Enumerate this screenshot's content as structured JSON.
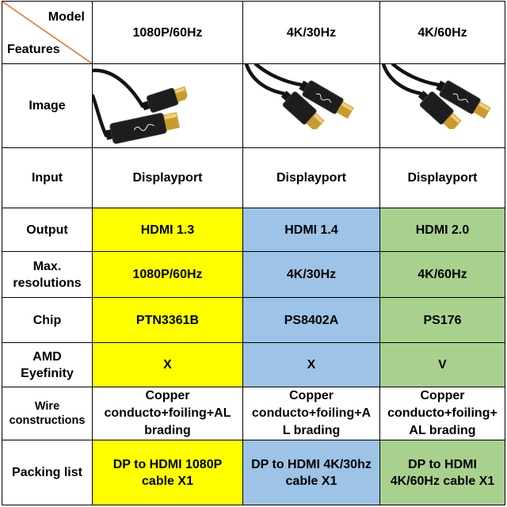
{
  "header": {
    "model_label": "Model",
    "features_label": "Features",
    "columns": [
      "1080P/60Hz",
      "4K/30Hz",
      "4K/60Hz"
    ]
  },
  "image_row": {
    "label": "Image",
    "cells": [
      {
        "icon": "dp-to-hdmi-cable-photo",
        "plugs": [
          "displayport-plug-icon",
          "hdmi-plug-icon"
        ]
      },
      {
        "icon": "dp-to-hdmi-cable-photo",
        "plugs": [
          "displayport-plug-icon",
          "hdmi-plug-icon"
        ]
      },
      {
        "icon": "dp-to-hdmi-cable-photo",
        "plugs": [
          "displayport-plug-icon",
          "hdmi-plug-icon"
        ]
      }
    ]
  },
  "rows": [
    {
      "label": [
        "Input"
      ],
      "cells": [
        {
          "lines": [
            "Displayport"
          ],
          "bg": "#FFFFFF"
        },
        {
          "lines": [
            "Displayport"
          ],
          "bg": "#FFFFFF"
        },
        {
          "lines": [
            "Displayport"
          ],
          "bg": "#FFFFFF"
        }
      ]
    },
    {
      "label": [
        "Output"
      ],
      "cells": [
        {
          "lines": [
            "HDMI 1.3"
          ],
          "bg": "#FFFF00"
        },
        {
          "lines": [
            "HDMI 1.4"
          ],
          "bg": "#9DC3E6"
        },
        {
          "lines": [
            "HDMI 2.0"
          ],
          "bg": "#A9D18E"
        }
      ]
    },
    {
      "label": [
        "Max.",
        "resolutions"
      ],
      "cells": [
        {
          "lines": [
            "1080P/60Hz"
          ],
          "bg": "#FFFF00"
        },
        {
          "lines": [
            "4K/30Hz"
          ],
          "bg": "#9DC3E6"
        },
        {
          "lines": [
            "4K/60Hz"
          ],
          "bg": "#A9D18E"
        }
      ]
    },
    {
      "label": [
        "Chip"
      ],
      "cells": [
        {
          "lines": [
            "PTN3361B"
          ],
          "bg": "#FFFF00"
        },
        {
          "lines": [
            "PS8402A"
          ],
          "bg": "#9DC3E6"
        },
        {
          "lines": [
            "PS176"
          ],
          "bg": "#A9D18E"
        }
      ]
    },
    {
      "label": [
        "AMD",
        "Eyefinity"
      ],
      "cells": [
        {
          "lines": [
            "X"
          ],
          "bg": "#FFFF00"
        },
        {
          "lines": [
            "X"
          ],
          "bg": "#9DC3E6"
        },
        {
          "lines": [
            "V"
          ],
          "bg": "#A9D18E"
        }
      ]
    },
    {
      "label": [
        "Wire",
        "constructions"
      ],
      "cells": [
        {
          "lines": [
            "Copper",
            "conducto+foiling+AL",
            "brading"
          ],
          "bg": "#FFFFFF"
        },
        {
          "lines": [
            "Copper",
            "conducto+foiling+A",
            "L brading"
          ],
          "bg": "#FFFFFF"
        },
        {
          "lines": [
            "Copper",
            "conducto+foiling+",
            "AL brading"
          ],
          "bg": "#FFFFFF"
        }
      ]
    },
    {
      "label": [
        "Packing list"
      ],
      "cells": [
        {
          "lines": [
            "DP to HDMI 1080P",
            "cable X1"
          ],
          "bg": "#FFFF00"
        },
        {
          "lines": [
            "DP to HDMI 4K/30hz",
            "cable X1"
          ],
          "bg": "#9DC3E6"
        },
        {
          "lines": [
            "DP to HDMI",
            "4K/60Hz cable X1"
          ],
          "bg": "#A9D18E"
        }
      ]
    }
  ],
  "colors": {
    "grid_line": "#000000",
    "diagonal_line": "#E07B39",
    "highlight_1080p": "#FFFF00",
    "highlight_4k30": "#9DC3E6",
    "highlight_4k60": "#A9D18E",
    "plain": "#FFFFFF"
  }
}
